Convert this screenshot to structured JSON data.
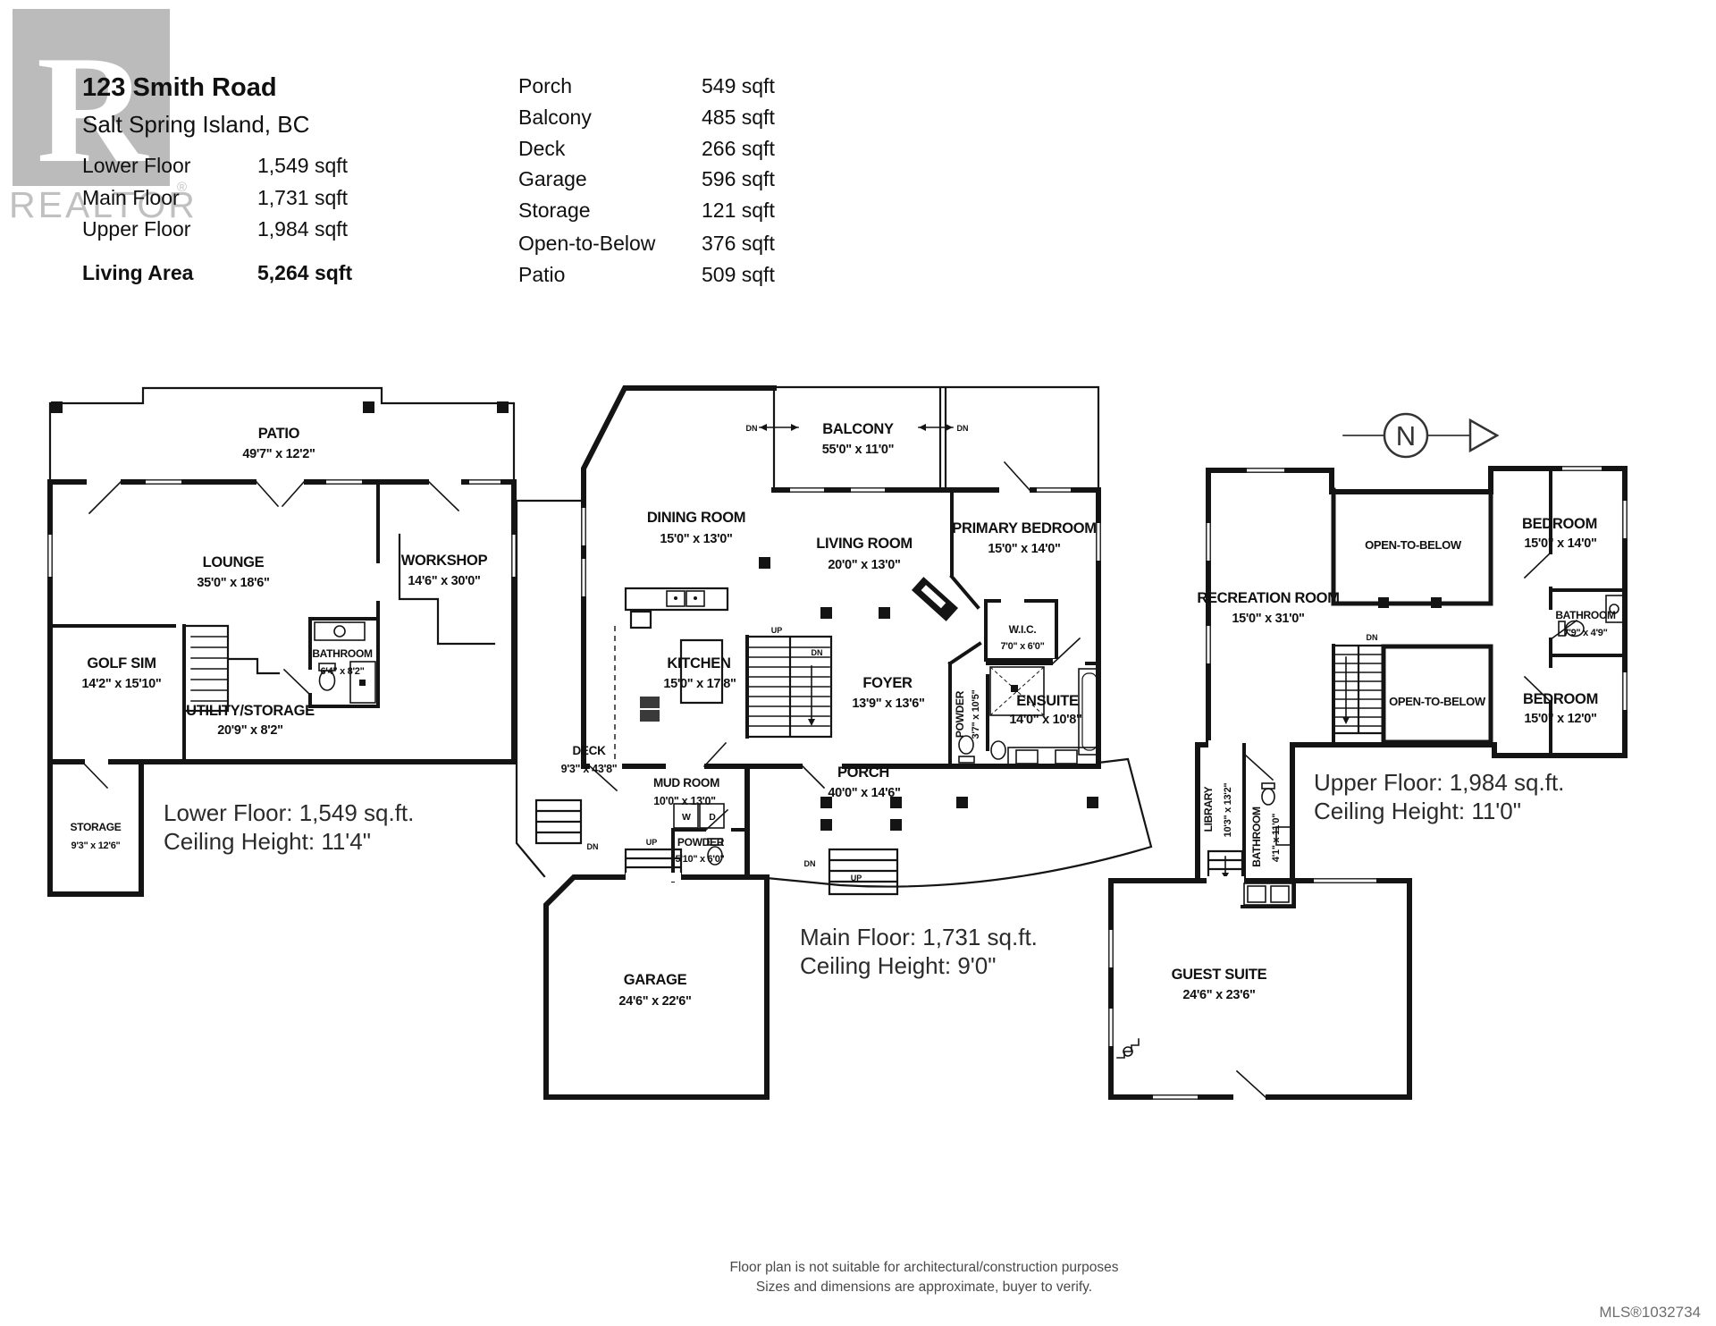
{
  "header": {
    "address_line1": "123 Smith Road",
    "address_line2": "Salt Spring Island, BC",
    "floor_areas": [
      {
        "label": "Lower Floor",
        "value": "1,549 sqft"
      },
      {
        "label": "Main Floor",
        "value": "1,731 sqft"
      },
      {
        "label": "Upper Floor",
        "value": "1,984 sqft"
      }
    ],
    "living_area": {
      "label": "Living Area",
      "value": "5,264 sqft"
    },
    "other_areas": [
      {
        "label": "Porch",
        "value": "549 sqft"
      },
      {
        "label": "Balcony",
        "value": "485 sqft"
      },
      {
        "label": "Deck",
        "value": "266 sqft"
      },
      {
        "label": "Garage",
        "value": "596 sqft"
      },
      {
        "label": "Storage",
        "value": "121 sqft"
      },
      {
        "label": "Open-to-Below",
        "value": "376 sqft"
      },
      {
        "label": "Patio",
        "value": "509 sqft"
      }
    ]
  },
  "watermark": {
    "letter": "R",
    "word": "REALTOR",
    "registered": "®"
  },
  "north": {
    "label": "N"
  },
  "markers": {
    "up": "UP",
    "dn": "DN",
    "washer": "W",
    "dryer": "D"
  },
  "floors": {
    "lower": {
      "caption": [
        "Lower Floor: 1,549 sq.ft.",
        "Ceiling Height: 11'4\""
      ],
      "rooms": [
        {
          "name": "PATIO",
          "dims": "49'7\" x 12'2\""
        },
        {
          "name": "LOUNGE",
          "dims": "35'0\" x 18'6\""
        },
        {
          "name": "WORKSHOP",
          "dims": "14'6\" x 30'0\""
        },
        {
          "name": "GOLF SIM",
          "dims": "14'2\" x 15'10\""
        },
        {
          "name": "BATHROOM",
          "dims": "6'4\" x 8'2\""
        },
        {
          "name": "UTILITY/STORAGE",
          "dims": "20'9\" x 8'2\""
        },
        {
          "name": "STORAGE",
          "dims": "9'3\" x 12'6\""
        }
      ]
    },
    "main": {
      "caption": [
        "Main Floor: 1,731 sq.ft.",
        "Ceiling Height: 9'0\""
      ],
      "rooms": [
        {
          "name": "BALCONY",
          "dims": "55'0\" x 11'0\""
        },
        {
          "name": "DINING ROOM",
          "dims": "15'0\" x 13'0\""
        },
        {
          "name": "LIVING ROOM",
          "dims": "20'0\" x 13'0\""
        },
        {
          "name": "PRIMARY BEDROOM",
          "dims": "15'0\" x 14'0\""
        },
        {
          "name": "KITCHEN",
          "dims": "15'0\" x 17'8\""
        },
        {
          "name": "W.I.C.",
          "dims": "7'0\" x 6'0\""
        },
        {
          "name": "FOYER",
          "dims": "13'9\" x 13'6\""
        },
        {
          "name": "POWDER",
          "dims": "3'7\" x 10'5\""
        },
        {
          "name": "ENSUITE",
          "dims": "14'0\" x 10'8\""
        },
        {
          "name": "DECK",
          "dims": "9'3\" x 43'8\""
        },
        {
          "name": "MUD ROOM",
          "dims": "10'0\" x 13'0\""
        },
        {
          "name": "POWDER",
          "dims": "5'10\" x 6'0\""
        },
        {
          "name": "PORCH",
          "dims": "40'0\" x 14'6\""
        },
        {
          "name": "GARAGE",
          "dims": "24'6\" x 22'6\""
        }
      ]
    },
    "upper": {
      "caption": [
        "Upper Floor: 1,984 sq.ft.",
        "Ceiling Height: 11'0\""
      ],
      "rooms": [
        {
          "name": "RECREATION ROOM",
          "dims": "15'0\" x 31'0\""
        },
        {
          "name": "OPEN-TO-BELOW",
          "dims": ""
        },
        {
          "name": "BEDROOM",
          "dims": "15'0\" x 14'0\""
        },
        {
          "name": "BATHROOM",
          "dims": "7'9\" x 4'9\""
        },
        {
          "name": "BEDROOM",
          "dims": "15'0\" x 12'0\""
        },
        {
          "name": "OPEN-TO-BELOW",
          "dims": ""
        },
        {
          "name": "LIBRARY",
          "dims": "10'3\" x 13'2\""
        },
        {
          "name": "BATHROOM",
          "dims": "4'1\" x 11'0\""
        },
        {
          "name": "GUEST SUITE",
          "dims": "24'6\" x 23'6\""
        }
      ]
    }
  },
  "footer": {
    "line1": "Floor plan is not suitable for architectural/construction purposes",
    "line2": "Sizes and dimensions are approximate, buyer to verify.",
    "mls": "MLS®1032734"
  }
}
